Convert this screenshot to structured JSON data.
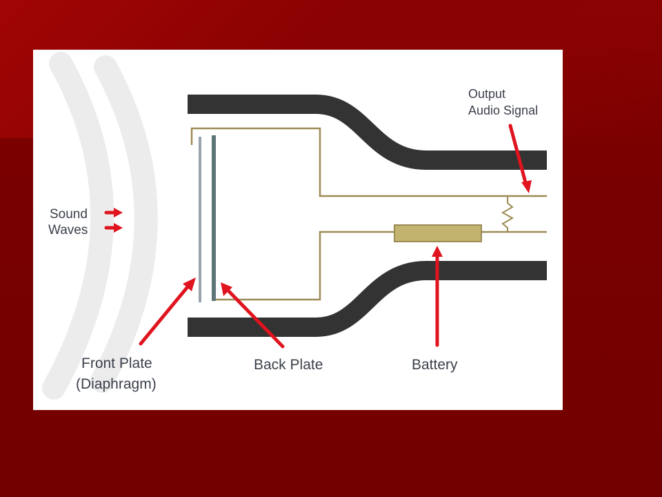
{
  "labels": {
    "sound_waves": [
      "Sound",
      "Waves"
    ],
    "output_audio_signal": [
      "Output",
      "Audio Signal"
    ],
    "front_plate": [
      "Front Plate",
      "(Diaphragm)"
    ],
    "back_plate": "Back Plate",
    "battery": "Battery"
  },
  "colors": {
    "slide_background": "#7a0000",
    "panel_background": "#ffffff",
    "casing": "#333333",
    "wire": "#9c8a54",
    "battery_fill": "#c2b36e",
    "back_plate": "#5e7678",
    "front_plate": "#9aa3ab",
    "arrow": "#e0141e",
    "sound_wave": "#ececec",
    "label_text": "#3a3f49"
  }
}
